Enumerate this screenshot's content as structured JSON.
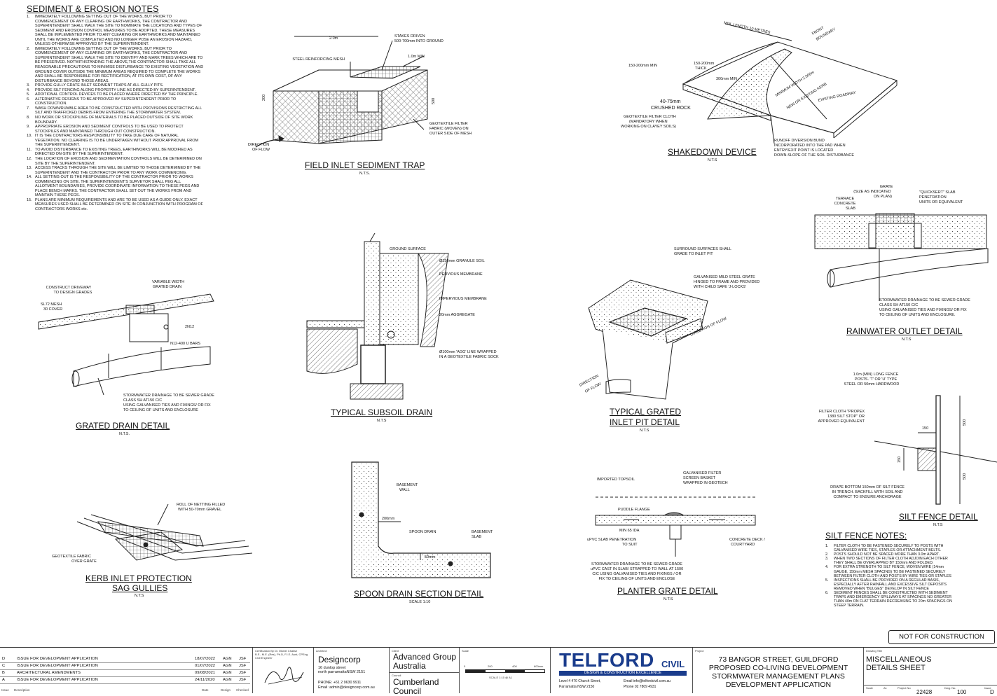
{
  "notes": {
    "title": "SEDIMENT & EROSION NOTES",
    "items": [
      {
        "n": "1.",
        "lines": [
          "IMMEDIATELY FOLLOWING SETTING OUT OF THE WORKS, BUT PRIOR TO",
          "COMMENCEMENT OF ANY CLEARING OR EARTHWORKS, THE CONTRACTOR AND",
          "SUPERINTENDENT SHALL WALK THE SITE TO NOMINATE THE LOCATIONS AND TYPES OF",
          "SEDIMENT AND EROSION CONTROL MEASURES TO BE ADOPTED. THESE MEASURES",
          "SHALL BE IMPLEMENTED PRIOR TO ANY CLEARING OR EARTHWORKS AND MAINTAINED",
          "UNTIL THE WORKS ARE COMPLETED AND NO LONGER POSE AN EROSION HAZARD,",
          "UNLESS OTHERWISE APPROVED BY THE SUPERINTENDENT."
        ]
      },
      {
        "n": "2.",
        "lines": [
          "IMMEDIATELY FOLLOWING SETTING OUT OF THE WORKS, BUT PRIOR TO",
          "COMMENCEMENT OF ANY CLEARING OR EARTHWORKS, THE CONTRACTOR AND",
          "SUPERINTENDENT SHALL WALK THE SITE TO IDENTIFY AND MARK TREES WHICH ARE TO",
          "BE PRESERVED. NOTWITHSTANDING THE ABOVE,THE CONTRACTOR SHALL TAKE ALL",
          "REASONABLE PRECAUTIONS TO MINIMISE DISTURBANCE TO EXISTING VEGETATION AND",
          "GROUND COVER OUTSIDE THE MINIMUM AREAS REQUIRED TO COMPLETE THE WORKS",
          "AND SHALL BE RESPONSIBLE FOR RECTIFICATION, AT ITS OWN COST, OF ANY",
          "DISTURBANCE BEYOND THOSE AREAS."
        ]
      },
      {
        "n": "3.",
        "lines": [
          "PROVIDE GULLY GRATE INLET SEDIMENT TRAPS AT ALL GULLY PITS."
        ]
      },
      {
        "n": "4.",
        "lines": [
          "PROVIDE SILT FENCING ALONG PROPERTY LINE AS DIRECTED BY SUPERINTENDENT."
        ]
      },
      {
        "n": "5.",
        "lines": [
          "ADDITIONAL CONTROL DEVICES TO BE PLACED WHERE DIRECTED BY THE PRINCIPLE."
        ]
      },
      {
        "n": "6.",
        "lines": [
          "ALTERNATIVE DESIGNS TO BE APPROVED BY SUPERINTENDENT PRIOR TO",
          "CONSTRUCTION."
        ]
      },
      {
        "n": "7.",
        "lines": [
          "WASH DOWN/RUMBLE AREA TO BE CONSTRUCTED WITH PROVISIONS RESTRICTING ALL",
          "SILT AND TRAFFICKED DEBRIS FROM ENTERING THE STORMWATER SYSTEM."
        ]
      },
      {
        "n": "8.",
        "lines": [
          "NO WORK OR STOCKPILING OF MATERIALS TO BE PLACED OUTSIDE OF SITE WORK",
          "BOUNDARY."
        ]
      },
      {
        "n": "9.",
        "lines": [
          "APPROPRIATE EROSION AND SEDIMENT CONTROLS TO BE USED TO PROTECT",
          "STOCKPILES AND MAINTAINED THROUGH OUT CONSTRUCTION."
        ]
      },
      {
        "n": "10.",
        "lines": [
          "IT IS THE CONTRACTORS RESPONSIBILITY TO TAKE DUE CARE OF NATURAL",
          "VEGETATION. NO CLEARING IS TO BE UNDERTAKEN WITHOUT PRIOR APPROVAL FROM",
          "THE SUPERINTENDENT."
        ]
      },
      {
        "n": "11.",
        "lines": [
          "TO AVOID DISTURBANCE TO EXISTING TREES, EARTHWORKS WILL BE MODIFIED AS",
          "DIRECTED ON-SITE BY THE SUPERINTENDENT."
        ]
      },
      {
        "n": "12.",
        "lines": [
          "THE LOCATION OF EROSION AND SEDIMENTATION CONTROLS WILL BE DETERMINED ON",
          "SITE BY THE SUPERINTENDENT."
        ]
      },
      {
        "n": "13.",
        "lines": [
          "ACCESS TRACKS THROUGH THE SITE WILL BE LIMITED TO THOSE DETERMINED BY THE",
          "SUPERINTENDENT AND THE CONTRACTOR PRIOR TO ANY WORK COMMENCING."
        ]
      },
      {
        "n": "14.",
        "lines": [
          "ALL SETTING OUT IS THE RESPONSIBILITY OF THE CONTRACTOR PRIOR TO WORKS",
          "COMMENCING ON SITE. THE SUPERINTENDENT'S SURVEYOR SHALL PEG ALL",
          "ALLOTMENT BOUNDARIES, PROVIDE COORDINATE INFORMATION TO THESE PEGS AND",
          "PLACE BENCH MARKS. THE CONTRACTOR SHALL SET OUT THE WORKS FROM AND",
          "MAINTAIN THESE PEGS."
        ]
      },
      {
        "n": "15.",
        "lines": [
          "PLANS ARE MINIMUM REQUIREMENTS AND ARE TO BE USED AS A GUIDE ONLY. EXACT",
          "MEASURES USED SHALL BE DETERMINED ON SITE IN CONJUNCTION WITH PROGRAM OF",
          "CONTRACTORS WORKS etc."
        ]
      }
    ]
  },
  "details": {
    "field_inlet": {
      "title": "FIELD INLET SEDIMENT TRAP",
      "scale": "N.T.S.",
      "labels": {
        "stakes": "STAKES DRIVEN",
        "stakes2": "500-700mm  INTO GROUND",
        "mesh": "STEEL REINFORCING MESH",
        "w": "2.0m",
        "min": "1.0m MIN",
        "h200": "200",
        "h500": "500",
        "geo1": "GEOTEXTILE FILTER",
        "geo2": "FABRIC (WOVEN) ON",
        "geo3": "OUTER SIDE OF MESH",
        "dir1": "DIRECTION",
        "dir2": "OF FLOW"
      }
    },
    "shakedown": {
      "title": "SHAKEDOWN DEVICE",
      "scale": "N.T.S",
      "labels": {
        "length": "MIN. LENGTH 10 METRES",
        "front1": "FRONT",
        "front2": "BOUNDARY",
        "min150": "150-200mm MIN",
        "thick1": "150-200mm",
        "thick2": "THICK",
        "r300": "300mm MIN",
        "rock1": "40-75mm",
        "rock2": "CRUSHED ROCK",
        "geo1": "GEOTEXTILE FILTER CLOTH",
        "geo2": "(MANDATORY WHEN",
        "geo3": "WORKING ON CLAYEY SOILS)",
        "width": "MINIMUM WIDTH 2.000m",
        "kerb": "NEW OR EXISTING KERB",
        "road": "EXISTING ROADWAY",
        "bund1": "RUNOFF DIVERSION BUND",
        "bund2": "INCORPORATED INTO THE PAD WHEN",
        "bund3": "ENTRY/EXIT POINT IS LOCATED",
        "bund4": "DOWN-SLOPE OF THE SOIL DISTURBANCE"
      }
    },
    "rainwater": {
      "title": "RAINWATER OUTLET DETAIL",
      "scale": "N.T.S",
      "labels": {
        "grate1": "GRATE",
        "grate2": "(SIZE AS INDICATED",
        "grate3": "ON PLAN)",
        "terr1": "TERRACE",
        "terr2": "CONCRETE",
        "terr3": "SLAB",
        "qs1": "\"QUICKSERT\" SLAB",
        "qs2": "PENETRATION",
        "qs3": "UNITS OR EQUIVALENT",
        "sw1": "STORMWATER DRAINAGE TO BE SEWER GRADE",
        "sw2": "CLASS SH AT150 C/C",
        "sw3": "USING GALVANISED TIES AND FIXINGS/ OR FIX",
        "sw4": "TO CEILING OF UNITS AND ENCLOSURE."
      }
    },
    "grated_drain": {
      "title": "GRATED DRAIN DETAIL",
      "scale": "N.T.S.",
      "labels": {
        "cd1": "CONSTRUCT DRIVEWAY",
        "cd2": "TO DESIGN GRADES",
        "vw1": "VARIABLE WIDTH",
        "vw2": "GRATED DRAIN",
        "sl1": "SL72 MESH",
        "sl2": "30 COVER",
        "n12": "2N12",
        "ubars": "N12-400 U BARS",
        "sw1": "STORMWATER DRAINAGE TO BE SEWER GRADE",
        "sw2": "CLASS SH AT150 C/C",
        "sw3": "USING GALVANISED TIES AND FIXINGS/ OR FIX",
        "sw4": "TO CEILING OF UNITS AND ENCLOSURE"
      }
    },
    "subsoil": {
      "title": "TYPICAL SUBSOIL DRAIN",
      "scale": "N.T.S",
      "labels": {
        "ground": "GROUND SURFACE",
        "granule": "Ø150mm GRANULE SOIL",
        "pervious": "PERVIOUS MEMBRANE",
        "impervious": "IMPERVIOUS MEMBRANE",
        "agg": "20mm AGGREGATE",
        "agg1": "Ø100mm 'AGG' LINE WRAPPED",
        "agg2": "IN A GEOTEXTILE FABRIC SOCK"
      }
    },
    "grated_inlet": {
      "title1": "TYPICAL GRATED",
      "title2": "INLET PIT DETAIL",
      "scale": "N.T.S",
      "labels": {
        "s1": "SURROUND SURFACES SHALL",
        "s2": "GRADE TO INLET PIT",
        "g1": "GALVANISED MILD STEEL GRATE",
        "g2": "HINGED TO FRAME AND PROVIDED",
        "g3": "WITH CHILD SAFE 'J-LOCKS'",
        "dir": "DIRECTION OF FLOW",
        "dir2a": "DIRECTION",
        "dir2b": "OF FLOW"
      }
    },
    "silt_fence": {
      "title": "SILT FENCE DETAIL",
      "scale": "N.T.S",
      "labels": {
        "p1": "1.0m (MIN) LONG FENCE",
        "p2": "POSTS. 'T' OR 'U' TYPE",
        "p3": "STEEL OR 50mm HARDWOOD",
        "f1": "FILTER CLOTH \"PROPEX",
        "f2": "1380 SILT STOP\" OR",
        "f3": "APPROVED EQUIVALENT",
        "d150": "150",
        "d500a": "500",
        "d150b": "150",
        "d500b": "500",
        "dr1": "DRAPE BOTTOM 150mm OF SILT FENCE",
        "dr2": "IN TRENCH. BACKFILL WITH SOIL AND",
        "dr3": "COMPACT TO ENSURE ANCHORAGE"
      }
    },
    "kerb_inlet": {
      "title1": "KERB INLET PROTECTION",
      "title2": "SAG GULLIES",
      "scale": "N.T.S",
      "labels": {
        "r1": "ROLL OF NETTING FILLED",
        "r2": "WITH 50-70mm GRAVEL",
        "g1": "GEOTEXTILE FABRIC",
        "g2": "OVER GRATE"
      }
    },
    "spoon": {
      "title": "SPOON DRAIN SECTION DETAIL",
      "scale": "SCALE 1:10",
      "labels": {
        "bw1": "BASEMENT",
        "bw2": "WALL",
        "d200": "200mm",
        "sd": "SPOON DRAIN",
        "bs1": "BASEMENT",
        "bs2": "SLAB",
        "d50": "50mm"
      }
    },
    "planter": {
      "title": "PLANTER GRATE DETAIL",
      "scale": "N.T.S",
      "labels": {
        "top": "IMPORTED TOPSOIL",
        "gf1": "GALVANISED FILTER",
        "gf2": "SCREEN BASKET",
        "gf3": "WRAPPED IN GEOTECH",
        "pf": "PUDDLE FLANGE",
        "min65": "MIN 65 IDA",
        "upvc1": "uPVC SLAB PENETRATION",
        "upvc2": "TO SUIT",
        "cd1": "CONCRETE DECK /",
        "cd2": "COURTYARD",
        "sw1": "STORMWATER DRAINAGE TO BE SEWER GRADE",
        "sw2": "uPVC CAST IN SLAB/ STRAPPED TO WALL AT 1500",
        "sw3": "C/C USING GALVANISED TIES AND FIXINGS / OR",
        "sw4": "FIX TO CEILING OF UNITS AND ENCLOSE"
      }
    }
  },
  "silt_notes": {
    "title": "SILT FENCE NOTES:",
    "items": [
      {
        "n": "1.",
        "lines": [
          "FILTER CLOTH TO BE FASTENED SECURELY TO POSTS WITH",
          "GALVANISED WIRE TIES, STAPLES OR ATTACHMENT BELTS."
        ]
      },
      {
        "n": "2.",
        "lines": [
          "POSTS SHOULD NOT BE SPACED MORE THAN 3.0m APART."
        ]
      },
      {
        "n": "3.",
        "lines": [
          "WHEN TWO SECTIONS OF FILTER CLOTH ADJOIN EACH OTHER",
          "THEY SHALL BE OVERLAPPED BY 150mm AND FOLDED."
        ]
      },
      {
        "n": "4.",
        "lines": [
          "FOR EXTRA STRENGTH TO SILT FENCE, WOVEN WIRE (14mm",
          "GAUGE, 150mm MESH SPACING) TO BE FASTENED SECURELY",
          "BETWEEN FILTER CLOTH AND POSTS BY WIRE TIES OR STAPLES"
        ]
      },
      {
        "n": "5.",
        "lines": [
          "INSPECTIONS SHALL BE PROVIDED ON A REGULAR BASIS,",
          "ESPECIALLY AFTER RAINFALL AND EXCESSIVE SILT DEPOSITS",
          "REMOVED WHEN \"BULGES\" DEVELOP IN SILT FENCE"
        ]
      },
      {
        "n": "6.",
        "lines": [
          "SEDIMENT FENCES SHALL BE CONSTRUCTED WITH SEDIMENT",
          "TRAPS AND EMERGENCY SPILLWAYS AT SPACINGS NO GREATER",
          "THAN 40m ON FLAT TERRAIN DECREASING TO 20m SPACINGS ON",
          "STEEP TERRAIN."
        ]
      }
    ]
  },
  "stamp": "NOT FOR CONSTRUCTION",
  "title_block": {
    "revisions": [
      {
        "rev": "D",
        "desc": "ISSUE FOR DEVELOPMENT APPLICATION",
        "date": "18/07/2022",
        "design": "AGN",
        "check": "JSF"
      },
      {
        "rev": "C",
        "desc": "ISSUE FOR DEVELOPMENT APPLICATION",
        "date": "01/07/2022",
        "design": "AGN",
        "check": "JSF"
      },
      {
        "rev": "B",
        "desc": "ARCHITECTURAL AMENDMENTS",
        "date": "09/08/2021",
        "design": "AGN",
        "check": "JSF"
      },
      {
        "rev": "A",
        "desc": "ISSUE FOR DEVELOPMENT APPLICATION",
        "date": "24/11/2020",
        "design": "AGN",
        "check": "JSF"
      }
    ],
    "rev_header": {
      "rev": "Issue",
      "desc": "Description",
      "date": "Date",
      "design": "Design",
      "check": "Checked"
    },
    "cert_label": "Certification By Dr. Michel Chalise",
    "cert_sub": "B.E., M.E. (Res), Ph.D, F.I.E. Aust, CPEng",
    "cert_role": "Civil Engineer",
    "architect_label": "Architect",
    "architect": "Designcorp",
    "arch_addr1": "16 dunlop street",
    "arch_addr2": "north parramattaNSW 2151",
    "arch_phone": "PHONE: +61 2 9630 9911",
    "arch_email": "Email :admin@designcorp.com.au",
    "client_label": "Client",
    "client": "Advanced Group Australia",
    "council_label": "Council",
    "council": "Cumberland Council",
    "scale_label": "Scale",
    "scale_ticks": [
      "0",
      "200",
      "400",
      "600mm"
    ],
    "scale_text": "SCALE 1:10 @ A1",
    "brand_main": "TELFORD",
    "brand_civil": "CIVIL",
    "brand_tag": "DESIGN & CONSTRUCTION EXCELLENCE",
    "brand_addr1": "Level 4  470 Church Street,",
    "brand_addr2": "Parramatta NSW 2150",
    "brand_email": "Email     info@telfordcivil.com.au",
    "brand_phone": "Phone    02 7809 4931",
    "project_label": "Project",
    "project": [
      "73 BANGOR STREET, GUILDFORD",
      "PROPOSED CO-LIVING DEVELOPMENT",
      "STORMWATER MANAGEMENT PLANS",
      "DEVELOPMENT APPLICATION"
    ],
    "drawing_label": "Drawing Title",
    "drawing": [
      "MISCELLANEOUS",
      "DETAILS SHEET"
    ],
    "foot": {
      "scale": "Scale",
      "size": "A1",
      "project_no_label": "Project No",
      "project_no": "22428",
      "dwg_label": "Dwg. No.",
      "dwg": "100",
      "issue_label": "Issue",
      "issue": "D"
    },
    "brand_color": "#1a3c8c"
  }
}
